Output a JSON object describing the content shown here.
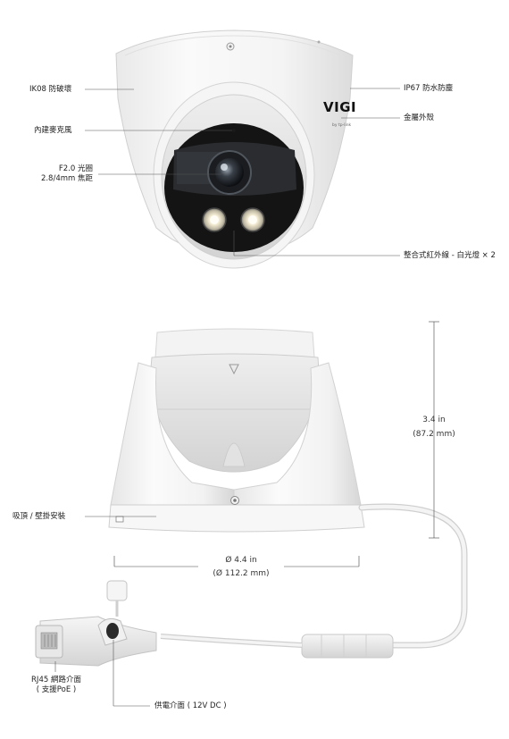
{
  "product": {
    "brand_text": "VIGI",
    "brand_sub": "by tp-link"
  },
  "callouts": {
    "ik08": "IK08 防破壞",
    "mic": "內建麥克風",
    "aperture_line1": "F2.0 光圈",
    "aperture_line2": "2.8/4mm 焦距",
    "ip67": "IP67 防水防塵",
    "metal": "金屬外殼",
    "light": "整合式紅外線 - 白光燈 × 2",
    "mount": "吸頂 / 壁掛安裝",
    "rj45_line1": "RJ45 網路介面",
    "rj45_line2": "( 支援PoE )",
    "power": "供電介面 ( 12V DC )"
  },
  "dimensions": {
    "height_in": "3.4 in",
    "height_mm": "(87.2 mm)",
    "diameter_in": "Ø 4.4 in",
    "diameter_mm": "(Ø 112.2 mm)"
  }
}
